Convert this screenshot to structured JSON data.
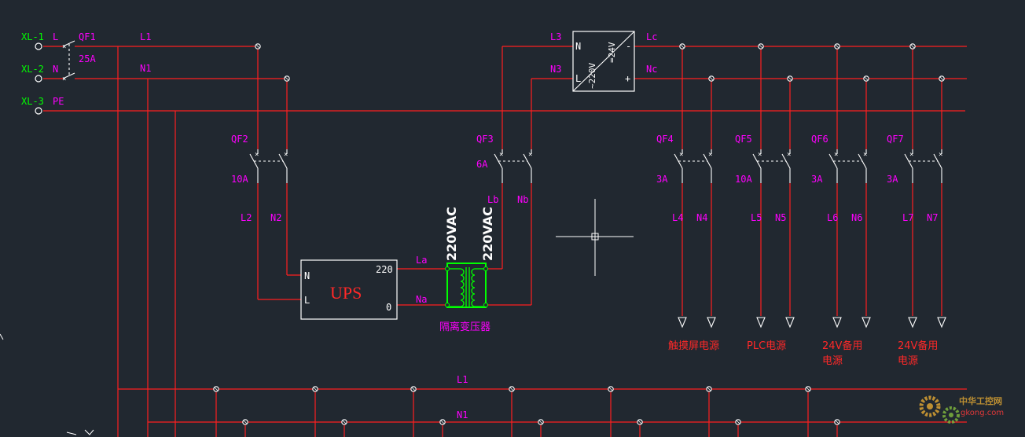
{
  "colors": {
    "background": "#212830",
    "wire": "#ff1f1f",
    "label": "#ff00ff",
    "terminal_label": "#00ff00",
    "symbol": "#ffffff",
    "caption": "#ff2828",
    "transformer": "#00ff00"
  },
  "terminals": {
    "xl1": "XL-1",
    "xl2": "XL-2",
    "xl3": "XL-3"
  },
  "inputs": {
    "l": "L",
    "n": "N",
    "pe": "PE"
  },
  "qf1": {
    "name": "QF1",
    "rating": "25A"
  },
  "bus": {
    "l1_top": "L1",
    "n1_top": "N1",
    "l1_bottom": "L1",
    "n1_bottom": "N1"
  },
  "qf2": {
    "name": "QF2",
    "rating": "10A",
    "out_l": "L2",
    "out_n": "N2"
  },
  "ups": {
    "title": "UPS",
    "in_n": "N",
    "in_l": "L",
    "out_220": "220",
    "out_0": "0",
    "out_la": "La",
    "out_na": "Na"
  },
  "transformer": {
    "primary": "220VAC",
    "secondary": "220VAC",
    "caption": "隔离变压器"
  },
  "qf3": {
    "name": "QF3",
    "rating": "6A",
    "in_l": "Lb",
    "in_n": "Nb"
  },
  "psu": {
    "in_l3": "L3",
    "in_n3": "N3",
    "n": "N",
    "l": "L",
    "ac": "~220V",
    "dc": "=24V",
    "minus": "-",
    "plus": "+",
    "out_lc": "Lc",
    "out_nc": "Nc"
  },
  "feeders": [
    {
      "qf": "QF4",
      "rating": "3A",
      "l": "L4",
      "n": "N4",
      "caption": "触摸屏电源"
    },
    {
      "qf": "QF5",
      "rating": "10A",
      "l": "L5",
      "n": "N5",
      "caption": "PLC电源"
    },
    {
      "qf": "QF6",
      "rating": "3A",
      "l": "L6",
      "n": "N6",
      "caption": "24V备用\n电源"
    },
    {
      "qf": "QF7",
      "rating": "3A",
      "l": "L7",
      "n": "N7",
      "caption": "24V备用\n电源"
    }
  ],
  "watermark": {
    "line1": "中华工控网",
    "line2": "gkong.com"
  }
}
